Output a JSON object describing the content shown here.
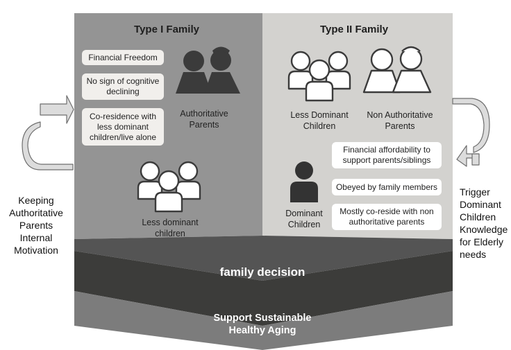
{
  "left_panel": {
    "title": "Type I Family",
    "traits": [
      "Financial Freedom",
      "No sign of cognitive declining",
      "Co-residence with less dominant children/live alone"
    ],
    "parents_label": "Authoritative Parents",
    "children_label": "Less dominant children",
    "parents_icon": "parents-icon",
    "children_icon": "group-icon"
  },
  "right_panel": {
    "title": "Type II Family",
    "children_label": "Less Dominant Children",
    "parents_label": "Non Authoritative Parents",
    "dominant_label": "Dominant Children",
    "traits": [
      "Financial affordability to support parents/siblings",
      "Obeyed by family members",
      "Mostly co-reside with non authoritative parents"
    ],
    "children_icon": "group-icon",
    "parents_icon": "parents-icon",
    "dominant_icon": "person-icon"
  },
  "left_caption": "Keeping Authoritative Parents Internal Motivation",
  "right_caption": "Trigger Dominant Children Knowledge for Elderly needs",
  "decision_label": "family decision",
  "outcome_label": "Support Sustainable Healthy Aging",
  "colors": {
    "left_panel": "#949494",
    "right_panel": "#d3d2cf",
    "mid_band": "#545454",
    "decision_band": "#3c3c3a",
    "outcome_band": "#7c7c7c",
    "icon_dark": "#3b3b3b"
  }
}
